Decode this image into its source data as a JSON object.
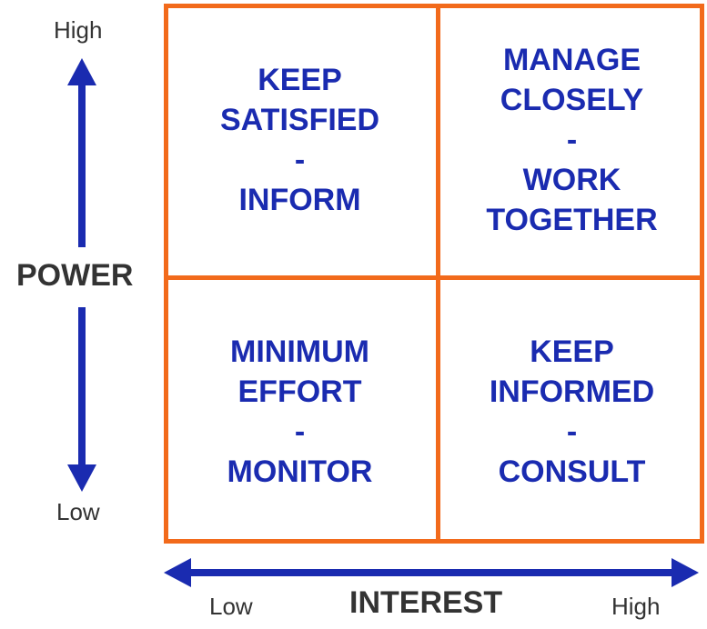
{
  "power_axis": {
    "title": "POWER",
    "high": "High",
    "low": "Low"
  },
  "interest_axis": {
    "title": "INTEREST",
    "low": "Low",
    "high": "High"
  },
  "quadrants": {
    "top_left": [
      "KEEP",
      "SATISFIED",
      "-",
      "INFORM"
    ],
    "top_right": [
      "MANAGE",
      "CLOSELY",
      "-",
      "WORK",
      "TOGETHER"
    ],
    "bottom_left": [
      "MINIMUM",
      "EFFORT",
      "-",
      "MONITOR"
    ],
    "bottom_right": [
      "KEEP",
      "INFORMED",
      "-",
      "CONSULT"
    ]
  },
  "colors": {
    "grid": "#f26a1b",
    "arrow": "#1a2bb0",
    "quadrant_text": "#1a2bb0",
    "axis_text": "#333333"
  }
}
